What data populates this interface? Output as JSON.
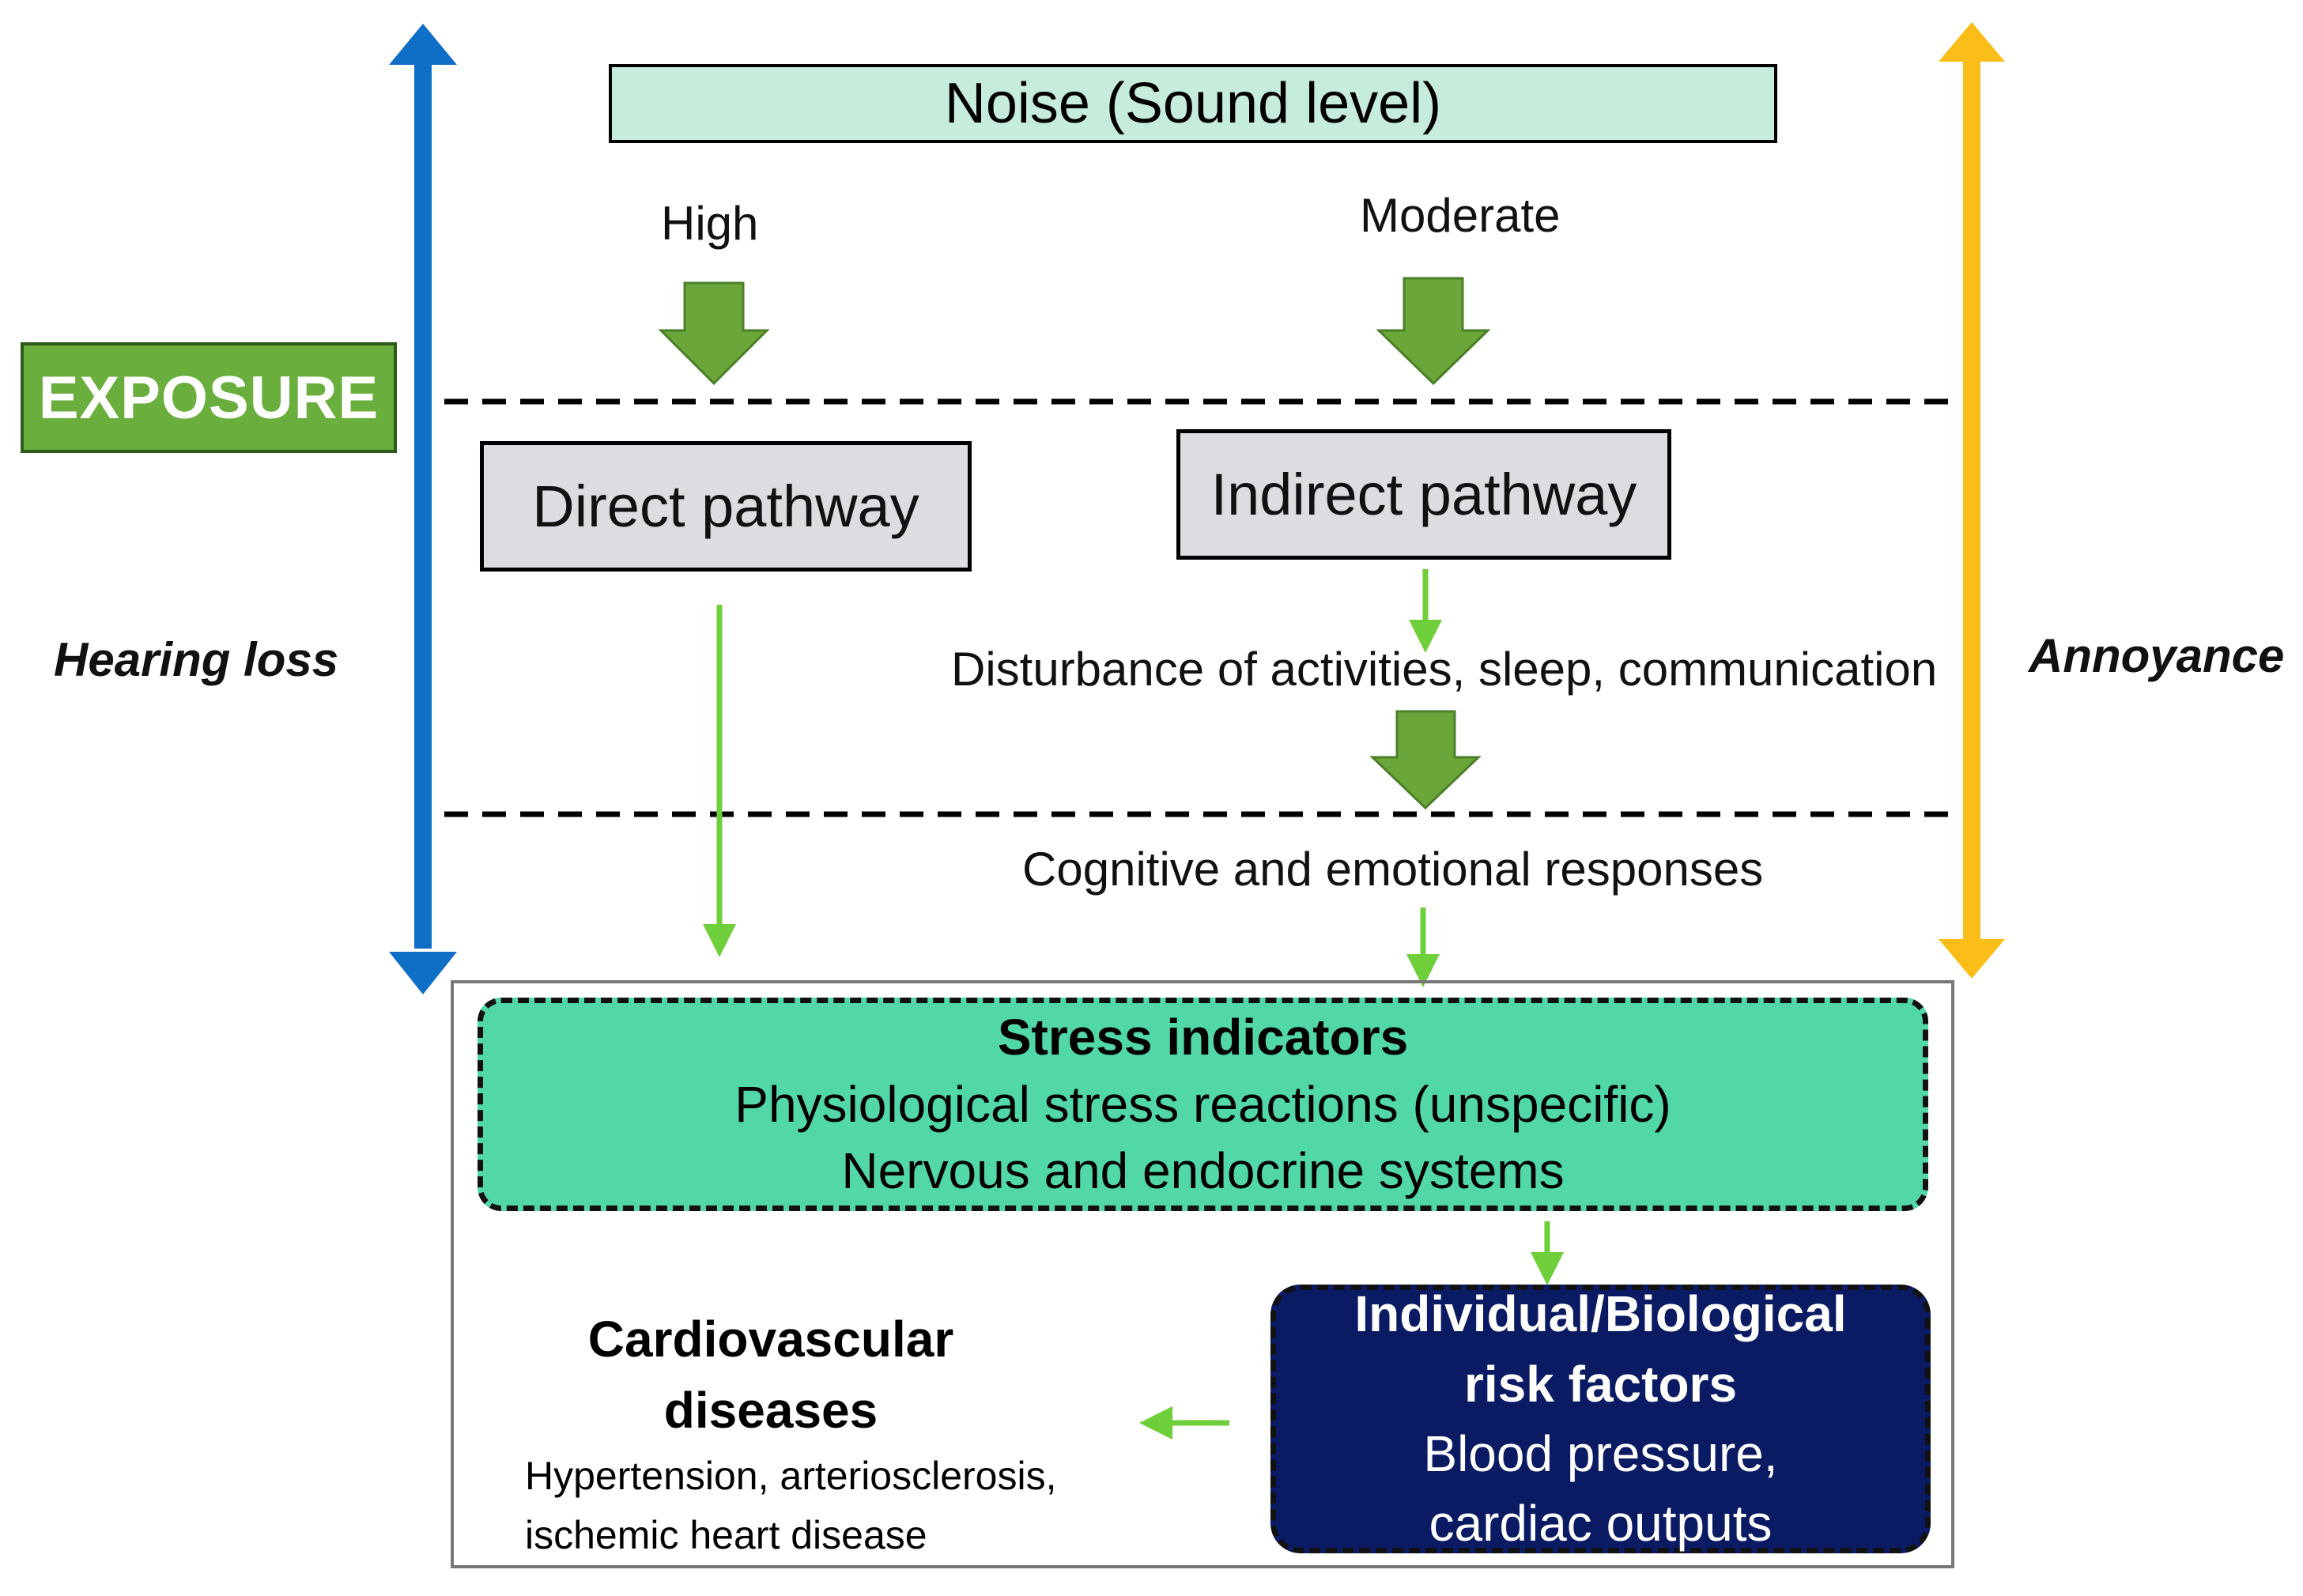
{
  "noise_header": "Noise (Sound level)",
  "levels": {
    "high": "High",
    "moderate": "Moderate"
  },
  "exposure_label": "EXPOSURE",
  "left_axis_label": "Hearing loss",
  "right_axis_label": "Annoyance",
  "direct_pathway": "Direct pathway",
  "indirect_pathway": "Indirect pathway",
  "disturbance": "Disturbance of activities, sleep, communication",
  "cognitive": "Cognitive and emotional responses",
  "stress": {
    "title": "Stress indicators",
    "line1": "Physiological stress reactions (unspecific)",
    "line2": "Nervous and endocrine systems"
  },
  "risk": {
    "title_line1": "Individual/Biological",
    "title_line2": "risk factors",
    "line1": "Blood pressure,",
    "line2": "cardiac outputs"
  },
  "cvd": {
    "title_line1": "Cardiovascular",
    "title_line2": "diseases",
    "sub_line1": "Hypertension, arteriosclerosis,",
    "sub_line2": "ischemic heart disease"
  },
  "colors": {
    "blue_arrow": "#0f6fc6",
    "orange_arrow": "#fbbd17",
    "green_block_arrow": "#6aa63a",
    "green_thin_arrow": "#6ecf3a",
    "exposure_fill": "#6aaf3e",
    "stress_fill": "#52d7a6",
    "risk_fill": "#0a1b63",
    "noise_fill": "#c6ecdb",
    "pathway_fill": "#dcdde0"
  }
}
